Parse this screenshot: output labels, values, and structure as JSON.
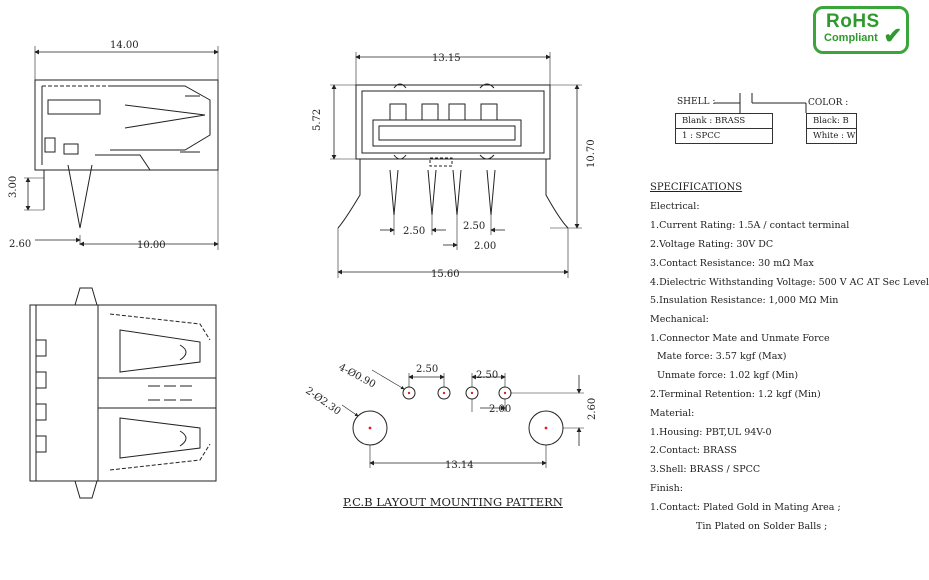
{
  "logo": {
    "line1": "RoHS",
    "line2": "Compliant",
    "check": "✔"
  },
  "dimensions": {
    "side_width": "14.00",
    "side_height": "3.00",
    "side_offset": "2.60",
    "side_depth": "10.00",
    "front_width": "13.15",
    "front_height": "5.72",
    "front_total_height": "10.70",
    "front_base": "15.60",
    "pitch_a": "2.50",
    "pitch_b": "2.50",
    "pitch_c": "2.00"
  },
  "pcb": {
    "title": "P.C.B LAYOUT MOUNTING PATTERN",
    "hole_small": "4-Ø0.90",
    "hole_large": "2-Ø2.30",
    "pitch_a": "2.50",
    "pitch_b": "2.50",
    "pitch_c": "2.00",
    "row_offset": "2.60",
    "span": "13.14"
  },
  "codes": {
    "shell_label": "SHELL :",
    "color_label": "COLOR :",
    "shell_options": [
      "Blank : BRASS",
      "1 : SPCC"
    ],
    "color_options": [
      "Black: B",
      "White : W"
    ]
  },
  "specifications": {
    "title": "SPECIFICATIONS",
    "electrical_head": "Electrical:",
    "electrical": [
      "1.Current Rating: 1.5A / contact terminal",
      "2.Voltage Rating: 30V DC",
      "3.Contact Resistance: 30 mΩ Max",
      "4.Dielectric Withstanding Voltage: 500 V AC AT Sec Level",
      "5.Insulation Resistance: 1,000 MΩ Min"
    ],
    "mechanical_head": "Mechanical:",
    "mechanical_1": "1.Connector Mate and Unmate Force",
    "mate": "Mate force: 3.57 kgf (Max)",
    "unmate": "Unmate force: 1.02 kgf (Min)",
    "mechanical_2": "2.Terminal Retention: 1.2 kgf (Min)",
    "material_head": "Material:",
    "material": [
      "1.Housing: PBT,UL 94V-0",
      "2.Contact: BRASS",
      "3.Shell: BRASS / SPCC"
    ],
    "finish_head": "Finish:",
    "finish_1": "1.Contact: Plated Gold in Mating Area ;",
    "finish_2": "Tin Plated on Solder Balls ;"
  }
}
